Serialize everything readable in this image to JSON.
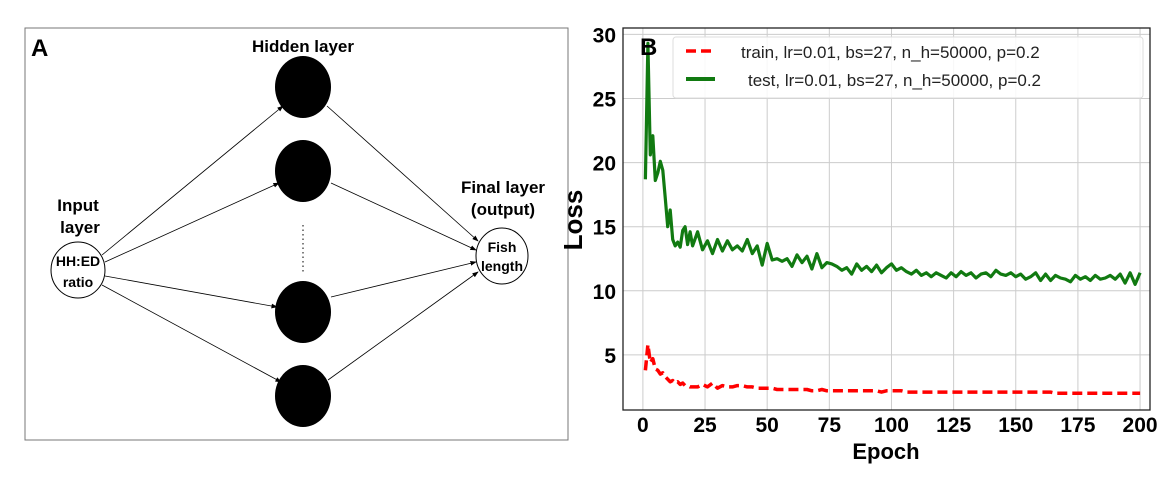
{
  "diagram": {
    "panel_label": "A",
    "hidden_label": "Hidden layer",
    "input_label_1": "Input",
    "input_label_2": "layer",
    "input_node_1": "HH:ED",
    "input_node_2": "ratio",
    "output_label_1": "Final layer",
    "output_label_2": "(output)",
    "output_node_1": "Fish",
    "output_node_2": "length"
  },
  "chart_data": {
    "type": "line",
    "panel_label": "B",
    "title": "",
    "xlabel": "Epoch",
    "ylabel": "Loss",
    "xlim": [
      -8,
      204
    ],
    "ylim": [
      0.7,
      30.5
    ],
    "xticks": [
      "0",
      "25",
      "50",
      "75",
      "100",
      "125",
      "150",
      "175",
      "200"
    ],
    "xtick_values": [
      0,
      25,
      50,
      75,
      100,
      125,
      150,
      175,
      200
    ],
    "yticks": [
      "5",
      "10",
      "15",
      "20",
      "25",
      "30"
    ],
    "ytick_values": [
      5,
      10,
      15,
      20,
      25,
      30
    ],
    "grid": true,
    "legend_position": "top-right",
    "x": [
      1,
      2,
      3,
      4,
      5,
      6,
      7,
      8,
      9,
      10,
      11,
      12,
      13,
      14,
      15,
      16,
      17,
      18,
      19,
      20,
      22,
      24,
      26,
      28,
      30,
      32,
      34,
      36,
      38,
      40,
      42,
      44,
      46,
      48,
      50,
      52,
      54,
      56,
      58,
      60,
      62,
      64,
      66,
      68,
      70,
      72,
      74,
      76,
      78,
      80,
      82,
      84,
      86,
      88,
      90,
      92,
      94,
      96,
      98,
      100,
      102,
      104,
      106,
      108,
      110,
      112,
      114,
      116,
      118,
      120,
      122,
      124,
      126,
      128,
      130,
      132,
      134,
      136,
      138,
      140,
      142,
      144,
      146,
      148,
      150,
      152,
      154,
      156,
      158,
      160,
      162,
      164,
      166,
      168,
      170,
      172,
      174,
      176,
      178,
      180,
      182,
      184,
      186,
      188,
      190,
      192,
      194,
      196,
      198,
      200
    ],
    "series": [
      {
        "name": "train, lr=0.01, bs=27, n_h=50000, p=0.2",
        "color": "#ff0000",
        "style": "dashed",
        "values": [
          3.8,
          5.8,
          4.4,
          4.7,
          3.9,
          3.8,
          3.5,
          3.6,
          3.3,
          3.1,
          2.9,
          3.0,
          2.8,
          2.9,
          2.7,
          2.8,
          2.6,
          2.6,
          2.5,
          2.5,
          2.5,
          2.7,
          2.5,
          2.8,
          2.4,
          2.6,
          2.5,
          2.5,
          2.6,
          2.6,
          2.5,
          2.5,
          2.4,
          2.4,
          2.4,
          2.4,
          2.3,
          2.3,
          2.3,
          2.3,
          2.3,
          2.3,
          2.3,
          2.2,
          2.2,
          2.3,
          2.2,
          2.2,
          2.2,
          2.2,
          2.2,
          2.2,
          2.2,
          2.2,
          2.2,
          2.2,
          2.2,
          2.1,
          2.2,
          2.2,
          2.2,
          2.2,
          2.1,
          2.1,
          2.1,
          2.1,
          2.1,
          2.1,
          2.1,
          2.1,
          2.1,
          2.1,
          2.1,
          2.1,
          2.1,
          2.1,
          2.1,
          2.1,
          2.1,
          2.1,
          2.1,
          2.1,
          2.1,
          2.1,
          2.1,
          2.1,
          2.1,
          2.1,
          2.1,
          2.1,
          2.1,
          2.1,
          2.0,
          2.0,
          2.0,
          2.0,
          2.0,
          2.0,
          2.0,
          2.0,
          2.0,
          2.0,
          2.0,
          2.0,
          2.0,
          2.0,
          2.0,
          2.0,
          2.0,
          2.0
        ]
      },
      {
        "name": "test, lr=0.01, bs=27, n_h=50000, p=0.2",
        "color": "#117a11",
        "style": "solid",
        "values": [
          18.7,
          29.3,
          20.6,
          22.1,
          18.6,
          19.2,
          20.1,
          19.4,
          17.2,
          15.0,
          16.3,
          14.0,
          13.5,
          13.8,
          13.4,
          14.7,
          15.0,
          13.6,
          14.6,
          13.5,
          14.6,
          13.2,
          13.9,
          12.9,
          14.0,
          13.1,
          13.9,
          13.2,
          13.5,
          13.1,
          14.0,
          12.9,
          13.5,
          12.0,
          13.7,
          12.4,
          12.5,
          12.3,
          12.5,
          11.9,
          12.8,
          12.2,
          12.7,
          11.7,
          12.9,
          11.8,
          12.2,
          12.1,
          11.9,
          11.6,
          11.8,
          11.3,
          12.1,
          11.6,
          11.9,
          11.5,
          12.0,
          11.4,
          11.8,
          12.1,
          11.6,
          11.8,
          11.5,
          11.3,
          11.6,
          11.2,
          11.4,
          11.1,
          11.4,
          11.2,
          11.0,
          11.4,
          11.1,
          11.5,
          11.2,
          11.4,
          11.0,
          11.3,
          11.4,
          11.1,
          11.6,
          11.3,
          11.2,
          11.4,
          11.1,
          11.3,
          10.9,
          11.1,
          11.4,
          10.8,
          11.3,
          10.8,
          11.2,
          11.0,
          10.9,
          10.7,
          11.2,
          10.9,
          11.1,
          10.8,
          11.2,
          10.9,
          11.0,
          11.2,
          10.9,
          11.3,
          10.6,
          11.4,
          10.5,
          11.4
        ]
      }
    ]
  }
}
